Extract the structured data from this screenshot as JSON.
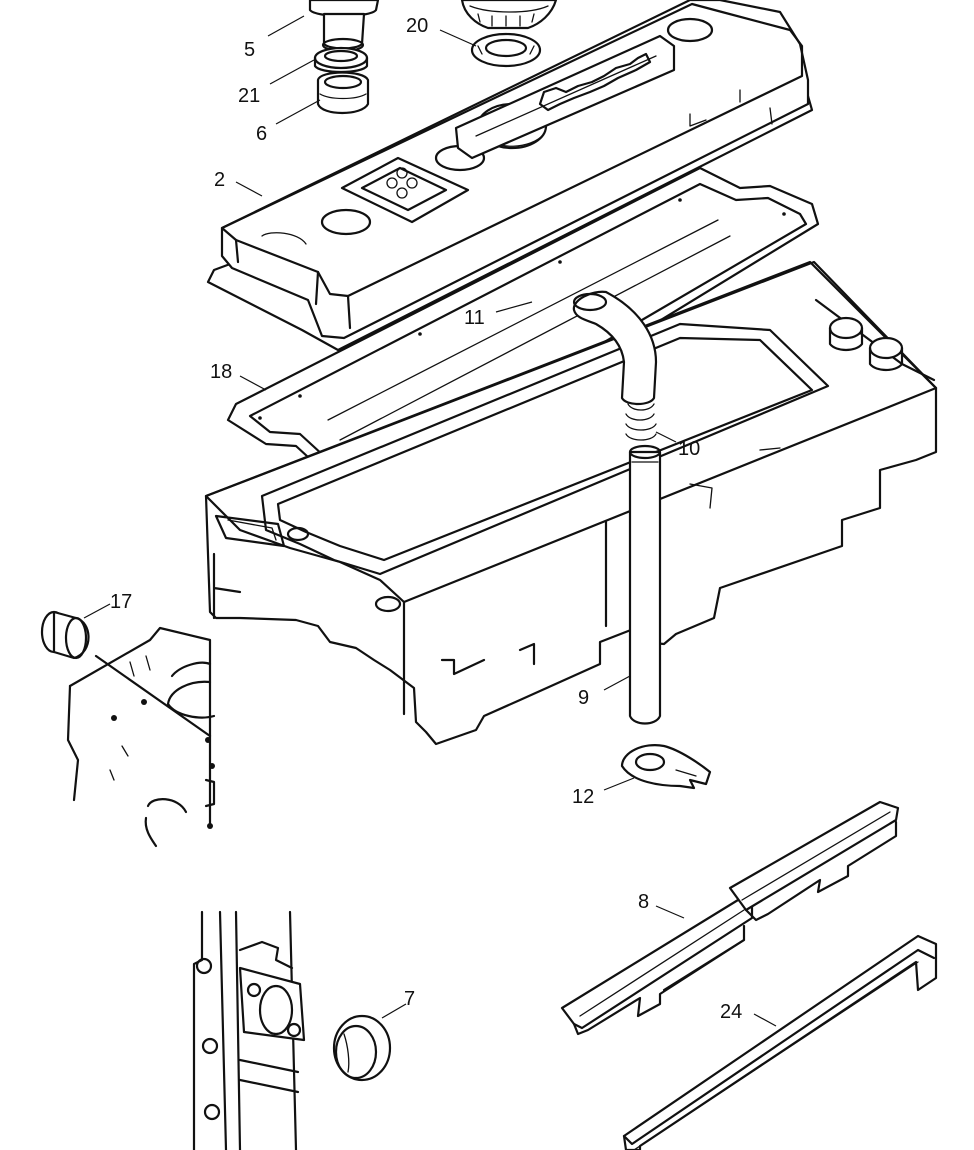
{
  "diagram": {
    "callouts": [
      {
        "id": "5",
        "label": "5"
      },
      {
        "id": "20",
        "label": "20"
      },
      {
        "id": "21",
        "label": "21"
      },
      {
        "id": "6",
        "label": "6"
      },
      {
        "id": "2",
        "label": "2"
      },
      {
        "id": "11",
        "label": "11"
      },
      {
        "id": "18",
        "label": "18"
      },
      {
        "id": "10",
        "label": "10"
      },
      {
        "id": "17",
        "label": "17"
      },
      {
        "id": "9",
        "label": "9"
      },
      {
        "id": "12",
        "label": "12"
      },
      {
        "id": "8",
        "label": "8"
      },
      {
        "id": "7",
        "label": "7"
      },
      {
        "id": "24",
        "label": "24"
      }
    ]
  }
}
